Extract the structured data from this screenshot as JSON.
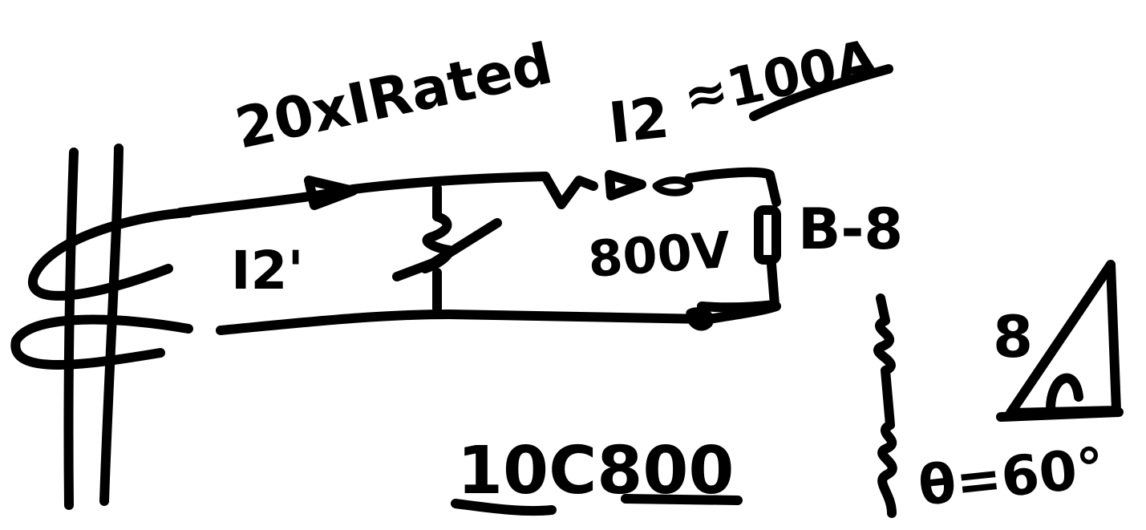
{
  "labels": {
    "rating_multiplier": "20xIRated",
    "secondary_current": "I2",
    "approx_current": "≈100A",
    "primary_ref": "I2'",
    "voltage": "800V",
    "burden": "B-8",
    "accuracy_class": "10C800",
    "triangle_side": "8",
    "angle": "θ=60°"
  }
}
